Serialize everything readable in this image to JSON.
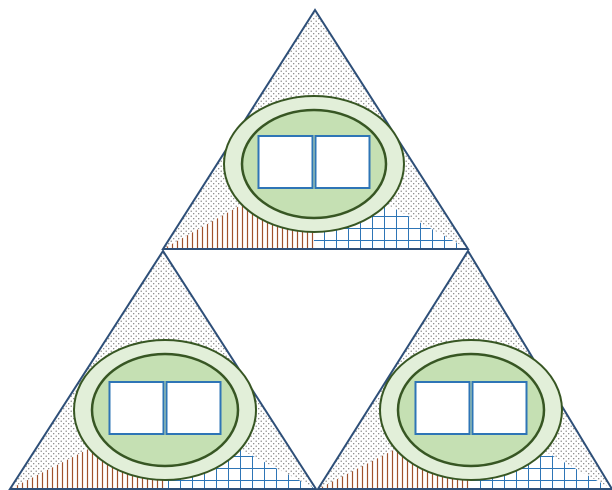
{
  "diagram": {
    "layout": "three-triangle-arrangement",
    "units": [
      {
        "id": "top",
        "regions": {
          "top": "dotted",
          "left": "vertical-stripes",
          "right": "grid"
        },
        "ring": {
          "outer_color": "#e2efd9",
          "inner_color": "#c5e0b3"
        },
        "boxes": 2
      },
      {
        "id": "bottom-left",
        "regions": {
          "top": "dotted",
          "left": "vertical-stripes",
          "right": "grid"
        },
        "ring": {
          "outer_color": "#e2efd9",
          "inner_color": "#c5e0b3"
        },
        "boxes": 2
      },
      {
        "id": "bottom-right",
        "regions": {
          "top": "dotted",
          "left": "vertical-stripes",
          "right": "grid"
        },
        "ring": {
          "outer_color": "#e2efd9",
          "inner_color": "#c5e0b3"
        },
        "boxes": 2
      }
    ]
  },
  "colors": {
    "triangle_outline": "#2e4f78",
    "stripe_color": "#a0522d",
    "grid_color": "#2e75b6",
    "dot_color": "#7f7f7f",
    "ring_outline": "#375623",
    "box_outline": "#2e75b6",
    "box_fill": "#ffffff"
  }
}
